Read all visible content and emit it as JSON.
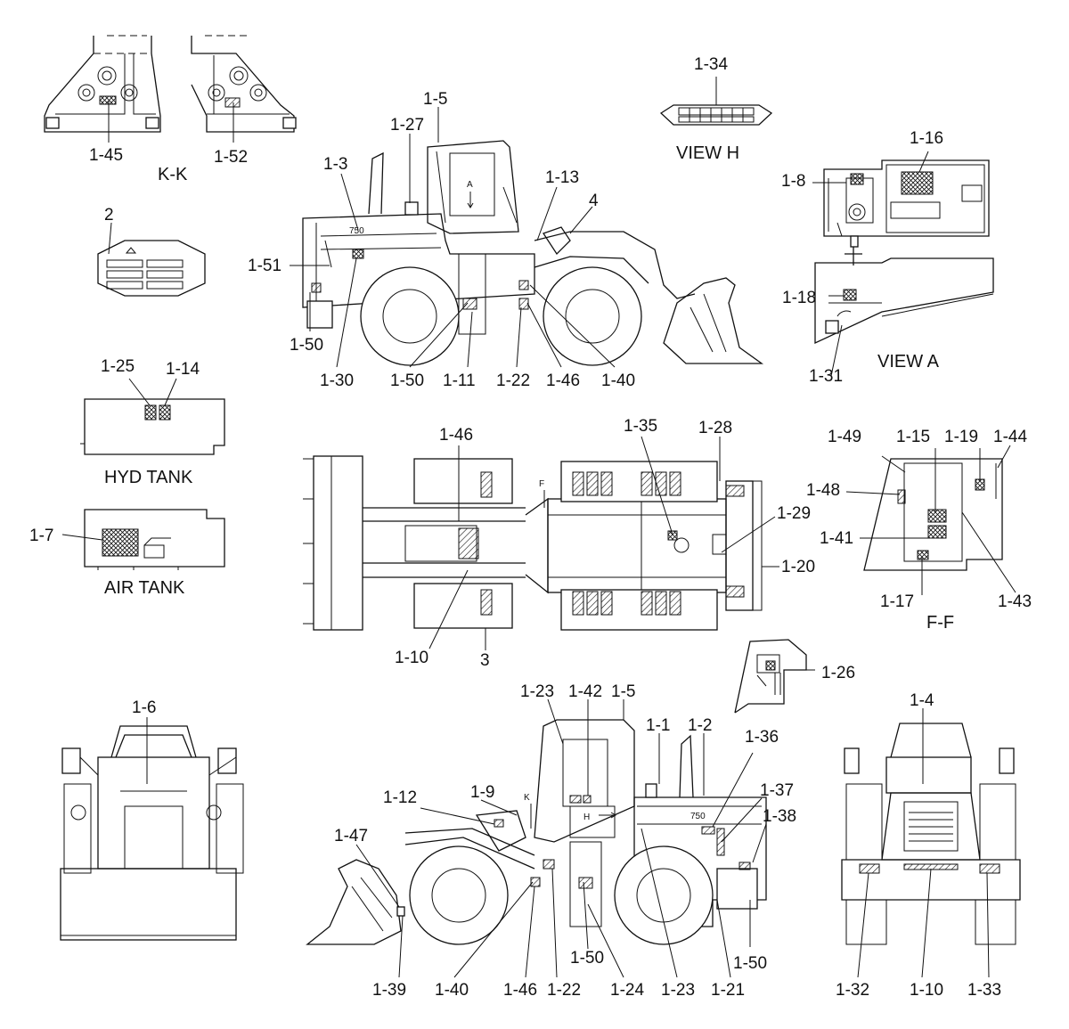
{
  "views": {
    "kk": "K-K",
    "view_h": "VIEW H",
    "view_a": "VIEW A",
    "ff": "F-F",
    "hyd_tank": "HYD TANK",
    "air_tank": "AIR TANK"
  },
  "labels": [
    {
      "id": "l145",
      "text": "1-45"
    },
    {
      "id": "l152",
      "text": "1-52"
    },
    {
      "id": "l134",
      "text": "1-34"
    },
    {
      "id": "l15a",
      "text": "1-5"
    },
    {
      "id": "l127",
      "text": "1-27"
    },
    {
      "id": "l13",
      "text": "1-3"
    },
    {
      "id": "l113",
      "text": "1-13"
    },
    {
      "id": "l4",
      "text": "4"
    },
    {
      "id": "l116",
      "text": "1-16"
    },
    {
      "id": "l18",
      "text": "1-8"
    },
    {
      "id": "l2",
      "text": "2"
    },
    {
      "id": "l151",
      "text": "1-51"
    },
    {
      "id": "l118",
      "text": "1-18"
    },
    {
      "id": "l150a",
      "text": "1-50"
    },
    {
      "id": "l130",
      "text": "1-30"
    },
    {
      "id": "l150b",
      "text": "1-50"
    },
    {
      "id": "l111",
      "text": "1-11"
    },
    {
      "id": "l122a",
      "text": "1-22"
    },
    {
      "id": "l146a",
      "text": "1-46"
    },
    {
      "id": "l140a",
      "text": "1-40"
    },
    {
      "id": "l131",
      "text": "1-31"
    },
    {
      "id": "l125",
      "text": "1-25"
    },
    {
      "id": "l114",
      "text": "1-14"
    },
    {
      "id": "l146b",
      "text": "1-46"
    },
    {
      "id": "l135",
      "text": "1-35"
    },
    {
      "id": "l128",
      "text": "1-28"
    },
    {
      "id": "l149",
      "text": "1-49"
    },
    {
      "id": "l115",
      "text": "1-15"
    },
    {
      "id": "l119",
      "text": "1-19"
    },
    {
      "id": "l144",
      "text": "1-44"
    },
    {
      "id": "l148",
      "text": "1-48"
    },
    {
      "id": "l17",
      "text": "1-7"
    },
    {
      "id": "l129",
      "text": "1-29"
    },
    {
      "id": "l141",
      "text": "1-41"
    },
    {
      "id": "l120",
      "text": "1-20"
    },
    {
      "id": "l117",
      "text": "1-17"
    },
    {
      "id": "l143",
      "text": "1-43"
    },
    {
      "id": "l110a",
      "text": "1-10"
    },
    {
      "id": "l3",
      "text": "3"
    },
    {
      "id": "l126",
      "text": "1-26"
    },
    {
      "id": "l16",
      "text": "1-6"
    },
    {
      "id": "l123a",
      "text": "1-23"
    },
    {
      "id": "l142",
      "text": "1-42"
    },
    {
      "id": "l15b",
      "text": "1-5"
    },
    {
      "id": "l11",
      "text": "1-1"
    },
    {
      "id": "l12",
      "text": "1-2"
    },
    {
      "id": "l136",
      "text": "1-36"
    },
    {
      "id": "l14",
      "text": "1-4"
    },
    {
      "id": "l112",
      "text": "1-12"
    },
    {
      "id": "l19",
      "text": "1-9"
    },
    {
      "id": "l137",
      "text": "1-37"
    },
    {
      "id": "l138",
      "text": "1-38"
    },
    {
      "id": "l147",
      "text": "1-47"
    },
    {
      "id": "l150c",
      "text": "1-50"
    },
    {
      "id": "l150d",
      "text": "1-50"
    },
    {
      "id": "l139",
      "text": "1-39"
    },
    {
      "id": "l140b",
      "text": "1-40"
    },
    {
      "id": "l146c",
      "text": "1-46"
    },
    {
      "id": "l122b",
      "text": "1-22"
    },
    {
      "id": "l124",
      "text": "1-24"
    },
    {
      "id": "l123b",
      "text": "1-23"
    },
    {
      "id": "l121",
      "text": "1-21"
    },
    {
      "id": "l132",
      "text": "1-32"
    },
    {
      "id": "l110b",
      "text": "1-10"
    },
    {
      "id": "l133",
      "text": "1-33"
    }
  ],
  "markers": {
    "view_a_arrow": "A",
    "view_h_arrow": "H",
    "section_f": "F",
    "section_k": "K",
    "model_number": "750"
  }
}
